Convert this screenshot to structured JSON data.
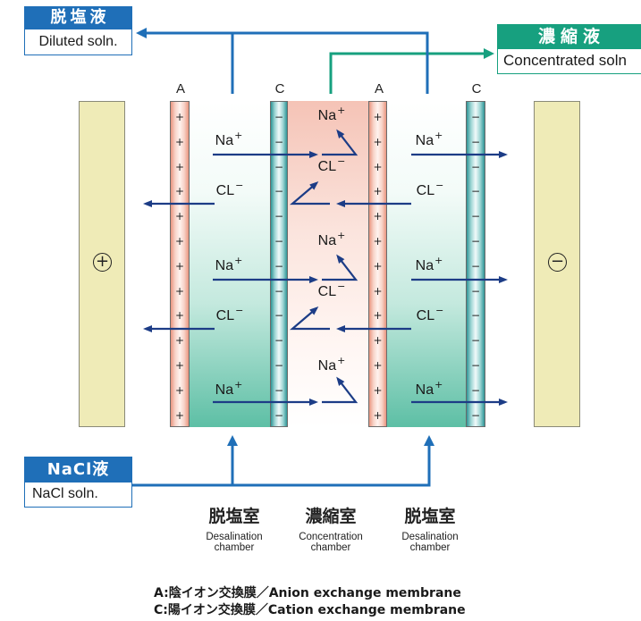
{
  "outputs": {
    "diluted": {
      "title": "脱塩液",
      "subtitle": "Diluted soln."
    },
    "concentrated": {
      "title": "濃縮液",
      "subtitle": "Concentrated soln"
    }
  },
  "feed": {
    "title": "NaCl液",
    "subtitle": "NaCl soln."
  },
  "membranes": [
    {
      "label": "A",
      "charge": "+"
    },
    {
      "label": "C",
      "charge": "−"
    },
    {
      "label": "A",
      "charge": "+"
    },
    {
      "label": "C",
      "charge": "−"
    }
  ],
  "electrodes": {
    "left": {
      "symbol": "+"
    },
    "right": {
      "symbol": "−"
    }
  },
  "chambers": [
    {
      "name_ja": "脱塩室",
      "name_en": [
        "Desalination",
        "chamber"
      ],
      "ions": [
        {
          "symbol": "Na",
          "charge": "+"
        },
        {
          "symbol": "CL",
          "charge": "−"
        },
        {
          "symbol": "Na",
          "charge": "+"
        },
        {
          "symbol": "CL",
          "charge": "−"
        },
        {
          "symbol": "Na",
          "charge": "+"
        }
      ]
    },
    {
      "name_ja": "濃縮室",
      "name_en": [
        "Concentration",
        "chamber"
      ],
      "ions": [
        {
          "symbol": "Na",
          "charge": "+"
        },
        {
          "symbol": "CL",
          "charge": "−"
        },
        {
          "symbol": "Na",
          "charge": "+"
        },
        {
          "symbol": "CL",
          "charge": "−"
        },
        {
          "symbol": "Na",
          "charge": "+"
        }
      ]
    },
    {
      "name_ja": "脱塩室",
      "name_en": [
        "Desalination",
        "chamber"
      ],
      "ions": [
        {
          "symbol": "Na",
          "charge": "+"
        },
        {
          "symbol": "CL",
          "charge": "−"
        },
        {
          "symbol": "Na",
          "charge": "+"
        },
        {
          "symbol": "CL",
          "charge": "−"
        },
        {
          "symbol": "Na",
          "charge": "+"
        }
      ]
    }
  ],
  "legend": [
    "A:陰イオン交換膜／Anion exchange membrane",
    "C:陽イオン交換膜／Cation exchange membrane"
  ],
  "colors": {
    "diluted_blue": "#1f6fb8",
    "concentrated_teal": "#17a07f",
    "ion_arrow": "#1c3c86",
    "electrode_fill": "#efebb7",
    "anion_membrane": "#e9957f",
    "cation_membrane": "#2f9596",
    "desalination_chamber": "#5dbfa5",
    "concentration_chamber": "#f5c3b6"
  }
}
